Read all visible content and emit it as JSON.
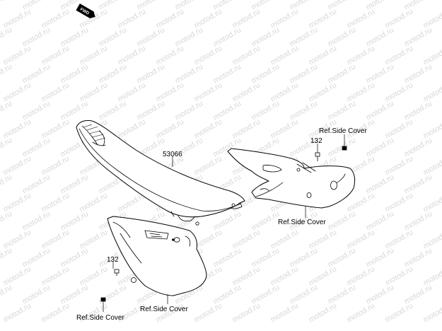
{
  "watermark": "motod.ru",
  "direction_badge": "FWD",
  "callouts": {
    "seat_part": "53066",
    "bolt_top": "132",
    "bolt_left": "132",
    "ref_top_right": "Ref.Side Cover",
    "ref_mid_right": "Ref.Side Cover",
    "ref_bottom_left": "Ref.Side Cover",
    "ref_bottom_center": "Ref.Side Cover"
  }
}
